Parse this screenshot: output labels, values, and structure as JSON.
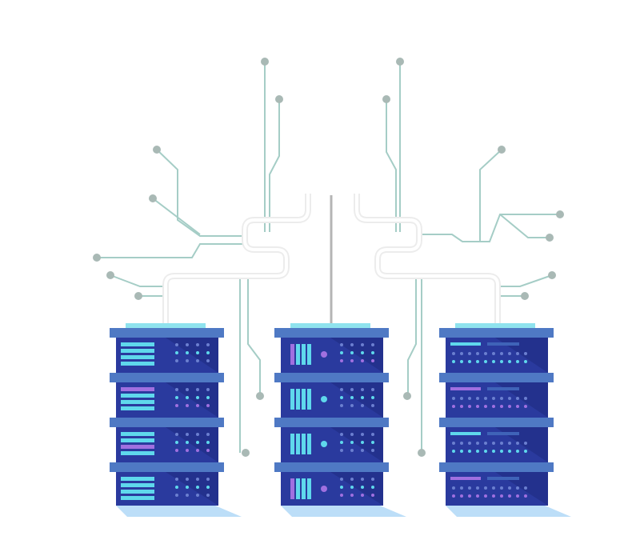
{
  "illustration": {
    "subject": "server-racks-network",
    "colors": {
      "background": "#ffffff",
      "rack_body": "#2a3a9e",
      "rack_body_dark": "#1e2a80",
      "rack_shelf": "#4f79c4",
      "rack_cap": "#8fe3ee",
      "led_cyan": "#5fd8ec",
      "led_purple": "#a070e0",
      "circuit_line": "#a5cdc6",
      "circuit_node": "#a9b9b5",
      "connector_stroke": "#e2e2e2",
      "floor_glow": "#9fd0f5"
    },
    "racks": [
      {
        "style": "bars",
        "accent_rows": [
          1,
          2
        ]
      },
      {
        "style": "blocks",
        "accent_rows": [
          0,
          3
        ]
      },
      {
        "style": "lines",
        "accent_rows": [
          1,
          3
        ]
      }
    ]
  }
}
